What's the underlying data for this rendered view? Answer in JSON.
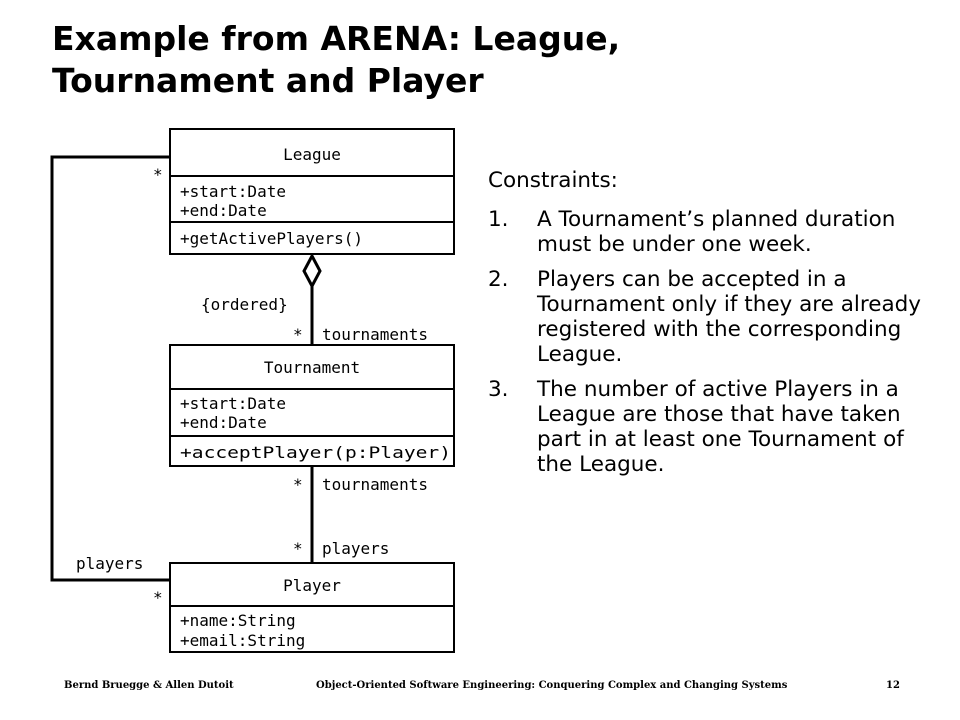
{
  "slide": {
    "title_line1": "Example from ARENA:  League,",
    "title_line2": "Tournament and Player"
  },
  "diagram": {
    "classes": {
      "league": {
        "name": "League",
        "attributes": [
          "+start:Date",
          "+end:Date"
        ],
        "operations": [
          "+getActivePlayers()"
        ]
      },
      "tournament": {
        "name": "Tournament",
        "attributes": [
          "+start:Date",
          "+end:Date"
        ],
        "operations": [
          "+acceptPlayer(p:Player)"
        ]
      },
      "player": {
        "name": "Player",
        "attributes": [
          "+name:String",
          "+email:String"
        ]
      }
    },
    "associations": {
      "league_tournament": {
        "constraint": "{ordered}",
        "multiplicity": "*",
        "role": "tournaments"
      },
      "tournament_player": {
        "tournament_end_multiplicity": "*",
        "tournament_end_role": "tournaments",
        "player_end_multiplicity": "*",
        "player_end_role": "players"
      },
      "league_player": {
        "league_end_multiplicity": "*",
        "player_end_multiplicity": "*",
        "player_end_role": "players"
      }
    }
  },
  "constraints": {
    "heading": "Constraints:",
    "items": [
      {
        "num": "1.",
        "text": "A Tournament’s planned duration must be under one week."
      },
      {
        "num": "2.",
        "text": "Players can be accepted in a Tournament only if they are already registered with the corresponding League."
      },
      {
        "num": "3.",
        "text": "The number of active Players in a League are those that have taken part in at least one Tournament of the League."
      }
    ]
  },
  "footer": {
    "authors": "Bernd Bruegge & Allen Dutoit",
    "book": "Object-Oriented Software Engineering: Conquering Complex and Changing Systems",
    "page": "12"
  }
}
